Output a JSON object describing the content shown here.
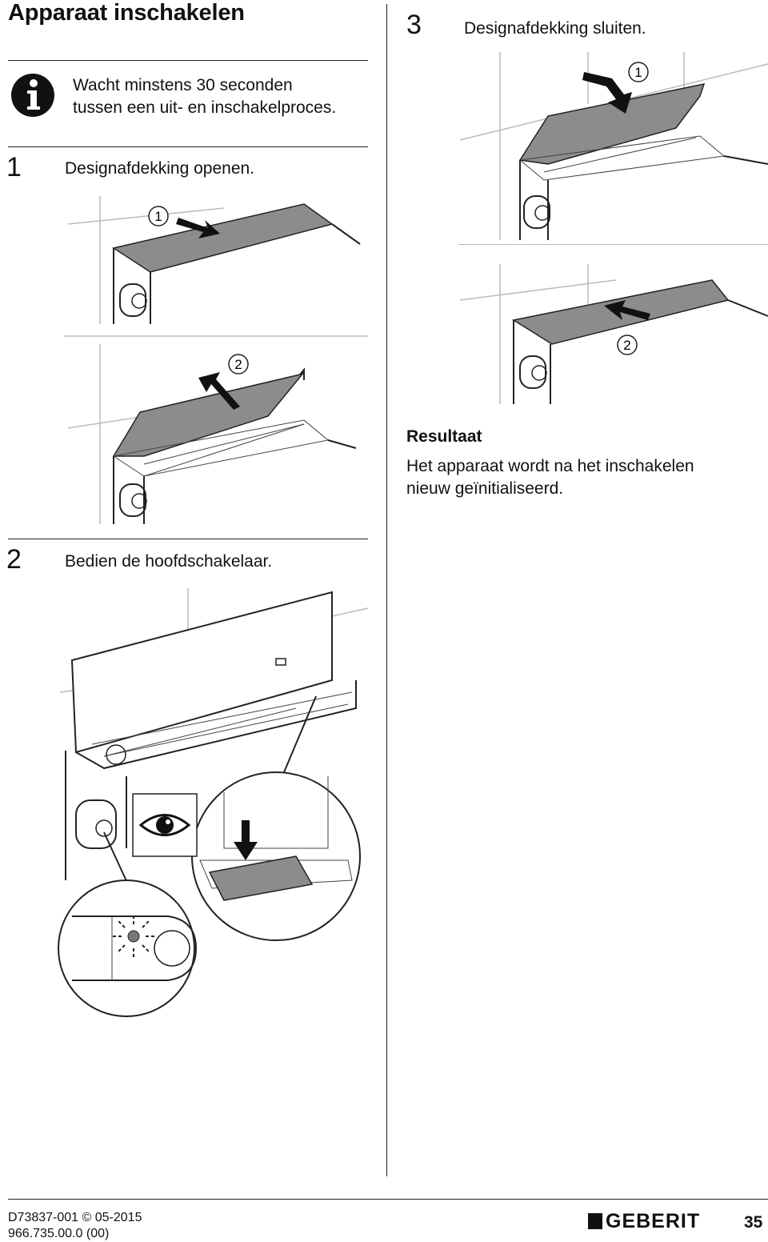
{
  "page_title": "Apparaat inschakelen",
  "info_note": "Wacht minstens 30 seconden tussen een uit- en inschakelproces.",
  "info_note_lines": [
    "Wacht minstens 30 seconden",
    "tussen een uit- en inschakelproces."
  ],
  "steps": [
    {
      "number": "1",
      "text": "Designafdekking openen."
    },
    {
      "number": "2",
      "text": "Bedien de hoofdschakelaar."
    },
    {
      "number": "3",
      "text": "Designafdekking sluiten."
    }
  ],
  "callouts": {
    "one": "1",
    "two": "2"
  },
  "result": {
    "heading": "Resultaat",
    "lines": [
      "Het apparaat wordt na het inschakelen",
      "nieuw geïnitialiseerd."
    ]
  },
  "footer": {
    "doc_code": "D73837-001 © 05-2015",
    "part_number": "966.735.00.0 (00)",
    "brand": "GEBERIT",
    "page_number": "35"
  },
  "icons": [
    "info-icon",
    "eye-icon",
    "arrow-icon",
    "led-flash-icon"
  ],
  "colors": {
    "cover_gray": "#8c8c8c",
    "text": "#111111",
    "rule": "#222222"
  }
}
